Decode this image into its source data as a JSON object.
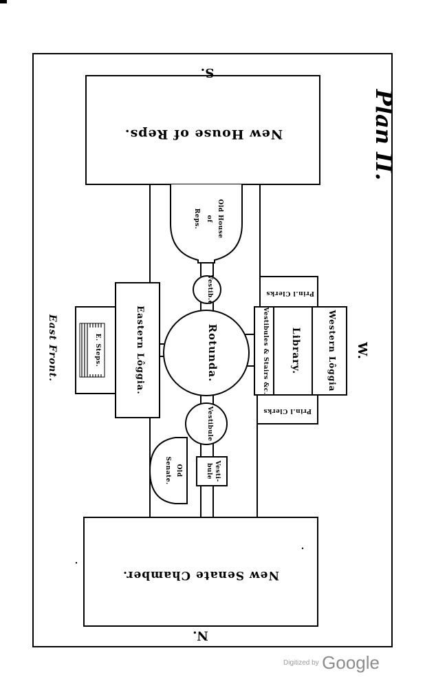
{
  "plan": {
    "title": "Plan II.",
    "compass": {
      "south": "S.",
      "west": "W.",
      "north": "N."
    },
    "rooms": {
      "new_house": "New House of Reps.",
      "old_house_l1": "Old House",
      "old_house_l2": "of",
      "old_house_l3": "Reps.",
      "vestibule_top": "Vestib.e",
      "rotunda": "Rotunda.",
      "vestibule_mid": "Vestibule",
      "vestibule_small_l1": "Vesti-",
      "vestibule_small_l2": "bule",
      "old_senate_l1": "Old",
      "old_senate_l2": "Senate.",
      "new_senate": "New Senate Chamber.",
      "eastern_loggia": "Eastern Lôggia.",
      "east_steps": "E. Steps.",
      "east_front": "East Front.",
      "library": "Library.",
      "western_loggia": "Western Lôggia",
      "vestibules_stairs": "Vestibules & Stairs &c.",
      "clerks_top": "Prin.l Clerks",
      "clerks_bottom": "Prin.l Clerks"
    }
  },
  "footer": {
    "digitized": "Digitized by",
    "brand": "Google"
  }
}
